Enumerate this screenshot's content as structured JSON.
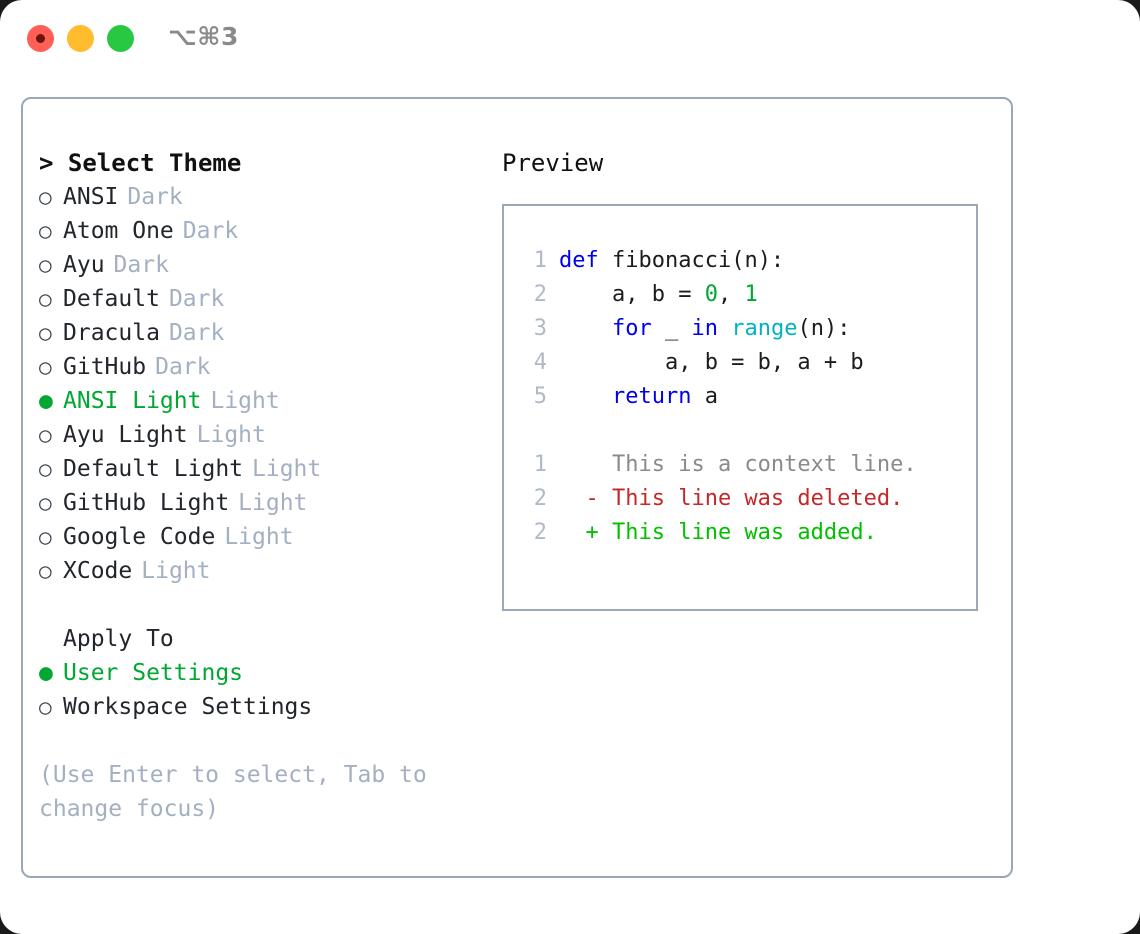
{
  "titlebar": {
    "shortcut": "⌥⌘3",
    "buttons": [
      {
        "name": "close",
        "color": "#ff5f57"
      },
      {
        "name": "minimize",
        "color": "#febc2e"
      },
      {
        "name": "maximize",
        "color": "#28c840"
      }
    ]
  },
  "theme_picker": {
    "heading": "> Select Theme",
    "selected_bullet": "●",
    "unselected_bullet": "○",
    "accent_color": "#00a832",
    "items": [
      {
        "label": "ANSI",
        "suffix": "Dark",
        "selected": false
      },
      {
        "label": "Atom One",
        "suffix": "Dark",
        "selected": false
      },
      {
        "label": "Ayu",
        "suffix": "Dark",
        "selected": false
      },
      {
        "label": "Default",
        "suffix": "Dark",
        "selected": false
      },
      {
        "label": "Dracula",
        "suffix": "Dark",
        "selected": false
      },
      {
        "label": "GitHub",
        "suffix": "Dark",
        "selected": false
      },
      {
        "label": "ANSI Light",
        "suffix": "Light",
        "selected": true
      },
      {
        "label": "Ayu Light",
        "suffix": "Light",
        "selected": false
      },
      {
        "label": "Default Light",
        "suffix": "Light",
        "selected": false
      },
      {
        "label": "GitHub Light",
        "suffix": "Light",
        "selected": false
      },
      {
        "label": "Google Code",
        "suffix": "Light",
        "selected": false
      },
      {
        "label": "XCode",
        "suffix": "Light",
        "selected": false
      }
    ]
  },
  "apply_to": {
    "heading": "Apply To",
    "items": [
      {
        "label": "User Settings",
        "selected": true
      },
      {
        "label": "Workspace Settings",
        "selected": false
      }
    ]
  },
  "hint": "(Use Enter to select, Tab to change focus)",
  "preview": {
    "title": "Preview",
    "code_lines": [
      {
        "no": "1",
        "tokens": [
          {
            "t": "def",
            "c": "kw"
          },
          {
            "t": " fibonacci(n):",
            "c": "plain"
          }
        ]
      },
      {
        "no": "2",
        "tokens": [
          {
            "t": "    a, b = ",
            "c": "plain"
          },
          {
            "t": "0",
            "c": "num"
          },
          {
            "t": ", ",
            "c": "plain"
          },
          {
            "t": "1",
            "c": "num"
          }
        ]
      },
      {
        "no": "3",
        "tokens": [
          {
            "t": "    ",
            "c": "plain"
          },
          {
            "t": "for",
            "c": "kw"
          },
          {
            "t": " _ ",
            "c": "plain"
          },
          {
            "t": "in",
            "c": "kw"
          },
          {
            "t": " ",
            "c": "plain"
          },
          {
            "t": "range",
            "c": "fn"
          },
          {
            "t": "(n):",
            "c": "plain"
          }
        ]
      },
      {
        "no": "4",
        "tokens": [
          {
            "t": "        a, b = b, a + b",
            "c": "plain"
          }
        ]
      },
      {
        "no": "5",
        "tokens": [
          {
            "t": "    ",
            "c": "plain"
          },
          {
            "t": "return",
            "c": "kw"
          },
          {
            "t": " a",
            "c": "plain"
          }
        ]
      }
    ],
    "diff_lines": [
      {
        "no": "1",
        "marker": "  ",
        "text": "This is a context line.",
        "kind": "d-ctx"
      },
      {
        "no": "2",
        "marker": "- ",
        "text": "This line was deleted.",
        "kind": "d-del"
      },
      {
        "no": "2",
        "marker": "+ ",
        "text": "This line was added.",
        "kind": "d-add"
      }
    ]
  }
}
